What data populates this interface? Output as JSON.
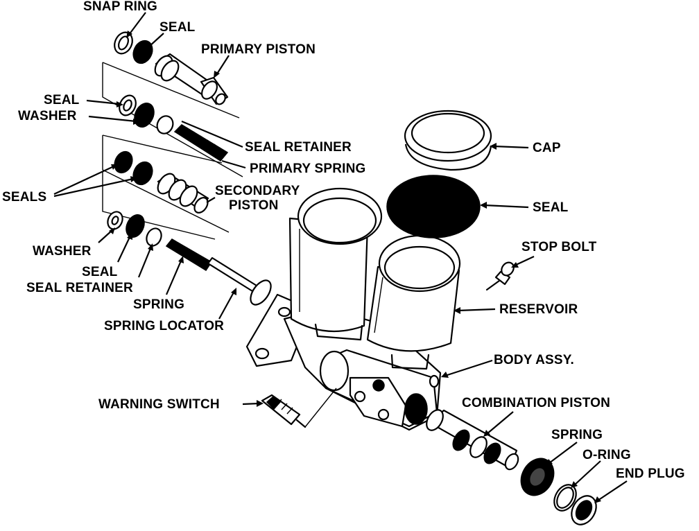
{
  "labels": {
    "snap_ring": "SNAP RING",
    "seal_top": "SEAL",
    "primary_piston": "PRIMARY PISTON",
    "seal_left": "SEAL",
    "washer_top": "WASHER",
    "seal_retainer_top": "SEAL RETAINER",
    "primary_spring": "PRIMARY SPRING",
    "seals": "SEALS",
    "secondary_piston_1": "SECONDARY",
    "secondary_piston_2": "PISTON",
    "washer_bottom": "WASHER",
    "seal_bottom": "SEAL",
    "seal_retainer_bottom": "SEAL RETAINER",
    "spring_left": "SPRING",
    "spring_locator": "SPRING LOCATOR",
    "cap": "CAP",
    "seal_right": "SEAL",
    "stop_bolt": "STOP BOLT",
    "reservoir": "RESERVOIR",
    "body_assy": "BODY ASSY.",
    "warning_switch": "WARNING SWITCH",
    "combination_piston": "COMBINATION PISTON",
    "spring_right": "SPRING",
    "o_ring": "O-RING",
    "end_plug": "END PLUG"
  },
  "icons": [
    "snap-ring-icon",
    "seal-icon",
    "piston-icon",
    "spring-icon",
    "reservoir-icon",
    "cap-icon",
    "bolt-icon",
    "switch-icon",
    "o-ring-icon",
    "plug-icon"
  ],
  "colors": {
    "ink": "#000000",
    "paper": "#ffffff"
  }
}
